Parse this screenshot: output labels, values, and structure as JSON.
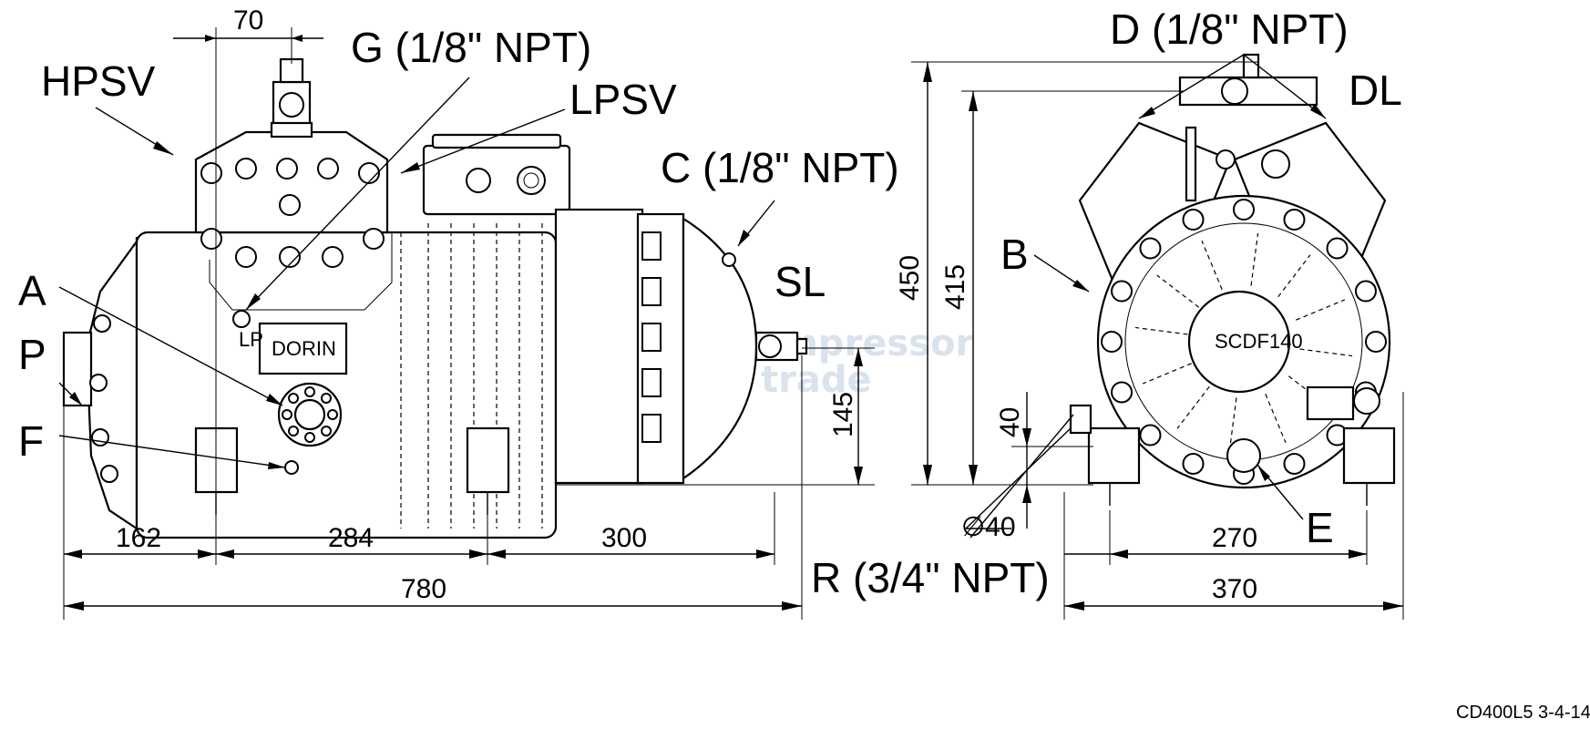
{
  "labels": {
    "hpsv": "HPSV",
    "g": "G (1/8\" NPT)",
    "lpsv": "LPSV",
    "c": "C (1/8\" NPT)",
    "sl": "SL",
    "a": "A",
    "p": "P",
    "f": "F",
    "d": "D (1/8\" NPT)",
    "dl": "DL",
    "b": "B",
    "e": "E",
    "r": "R (3/4\" NPT)"
  },
  "dimensions": {
    "d70": "70",
    "d162": "162",
    "d284": "284",
    "d300": "300",
    "d780": "780",
    "d145": "145",
    "d450": "450",
    "d415": "415",
    "d40": "40",
    "dia40": "∅40",
    "d270": "270",
    "d370": "370"
  },
  "nameplate": "DORIN",
  "motor_plate": "SCDF140",
  "lp_mark": "LP",
  "watermark": {
    "line1": "compressor",
    "line2": "trade"
  },
  "drawing_code": "CD400L5  3-4-14"
}
